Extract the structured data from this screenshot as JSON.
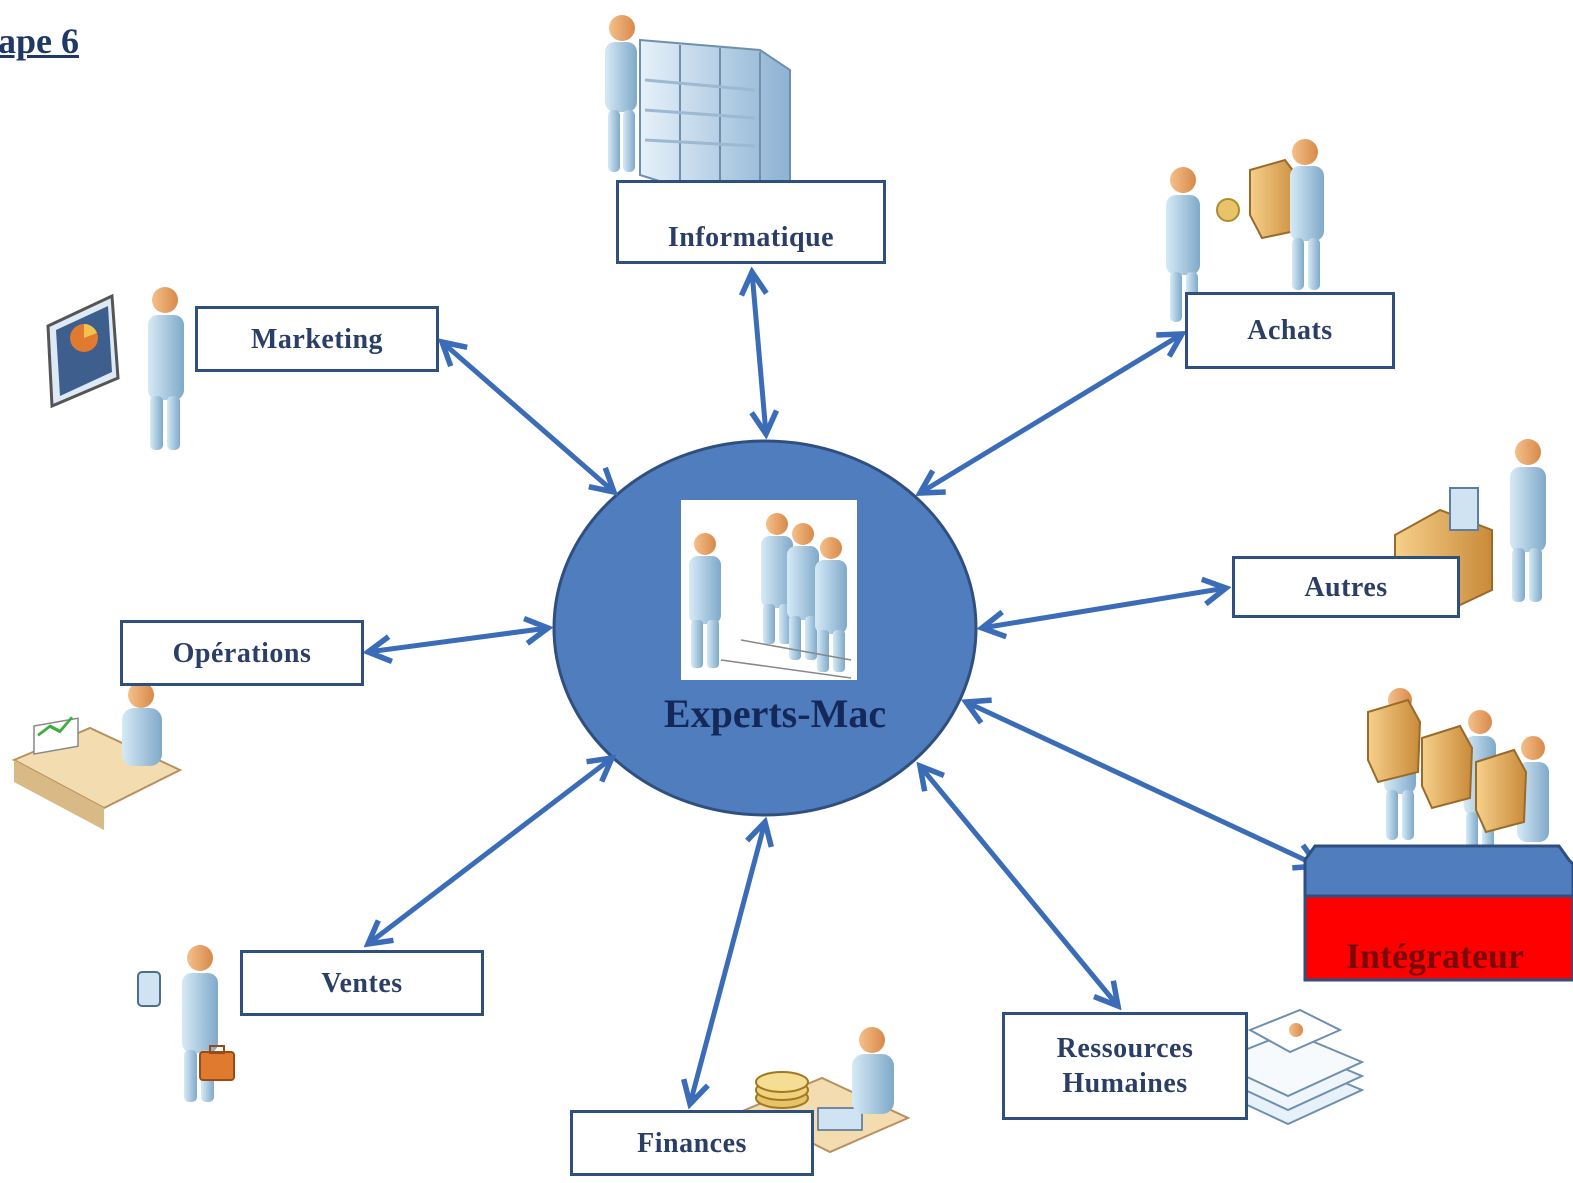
{
  "title": "ape 6",
  "center": {
    "label": "Experts-Mac"
  },
  "nodes": {
    "informatique": "Informatique",
    "achats": "Achats",
    "marketing": "Marketing",
    "autres": "Autres",
    "operations": "Opérations",
    "integrateur": "Intégrateur",
    "ventes": "Ventes",
    "ressources_line1": "Ressources",
    "ressources_line2": "Humaines",
    "finances": "Finances"
  },
  "colors": {
    "arrow": "#3A6CB8",
    "ellipse_fill": "#4F7DBE",
    "ellipse_stroke": "#2F4F7F",
    "box_border": "#2F4F7F",
    "text": "#2B3F66",
    "integ_blue": "#4F7DBE",
    "integ_red": "#FF0000"
  },
  "icons": [
    "person-icon",
    "server-rack-icon",
    "box-icon",
    "presentation-board-icon",
    "desk-icon",
    "handheld-icon",
    "briefcase-icon",
    "money-icon",
    "documents-icon"
  ]
}
